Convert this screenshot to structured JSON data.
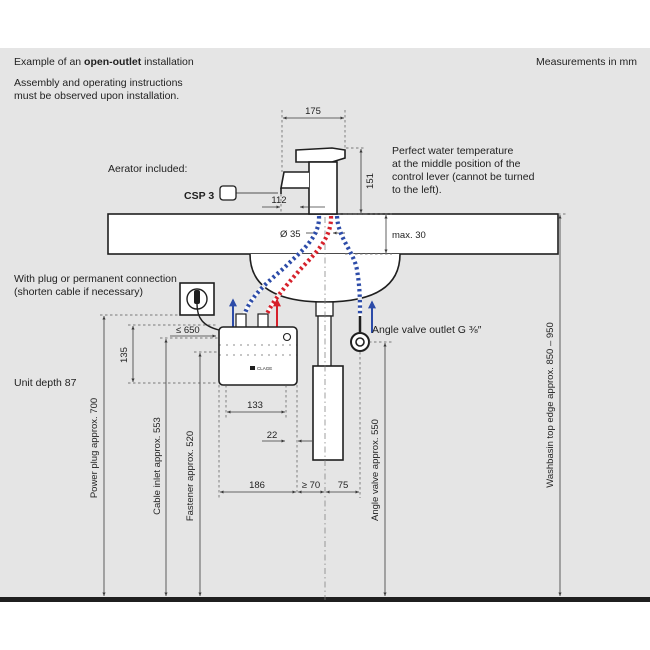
{
  "header": {
    "example_prefix": "Example of an ",
    "example_bold": "open-outlet",
    "example_suffix": " installation",
    "assembly_line1": "Assembly and operating instructions",
    "assembly_line2": "must be observed upon installation.",
    "measurements": "Measurements in mm"
  },
  "callouts": {
    "aerator": "Aerator included:",
    "csp3": "CSP 3",
    "temp_line1": "Perfect water temperature",
    "temp_line2": "at the middle position of the",
    "temp_line3": "control lever (cannot be turned",
    "temp_line4": "to the left).",
    "plug_line1": "With plug or permanent connection",
    "plug_line2": "(shorten cable if necessary)",
    "unit_depth": "Unit depth 87",
    "angle_valve_outlet": "Angle valve outlet G ⅜″",
    "unit_brand": "CLAGE"
  },
  "dimensions": {
    "d175": "175",
    "d151": "151",
    "d112": "112",
    "d35": "Ø 35",
    "max30": "max. 30",
    "le650": "≤ 650",
    "d135": "135",
    "d133": "133",
    "d22": "22",
    "d186": "186",
    "ge70": "≥ 70",
    "d75": "75"
  },
  "vertical_labels": {
    "power_plug": "Power plug approx. 700",
    "cable_inlet": "Cable inlet approx. 553",
    "fastener": "Fastener approx. 520",
    "angle_valve": "Angle valve approx. 550",
    "washbasin": "Washbasin top edge approx. 850 – 950"
  },
  "colors": {
    "hot": "#d6202a",
    "cold": "#2c4ba8",
    "background": "#e5e5e5",
    "line": "#1f1f1f"
  }
}
